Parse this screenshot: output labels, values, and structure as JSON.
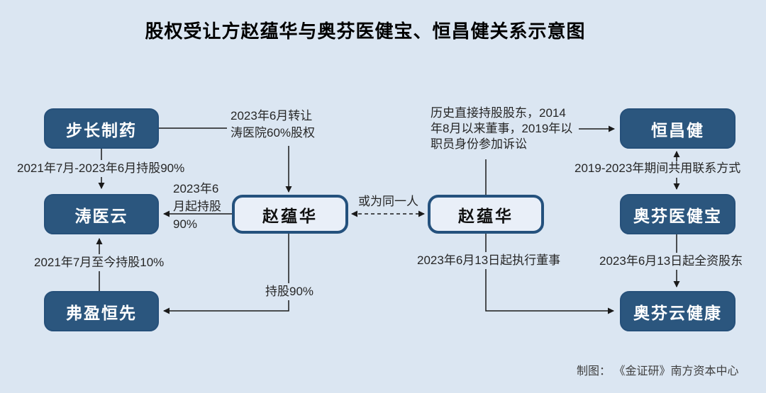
{
  "title": "股权受让方赵蕴华与奥芬医健宝、恒昌健关系示意图",
  "credit": "制图： 《金证研》南方资本中心",
  "colors": {
    "background": "#dbe6f2",
    "node_fill": "#2b567e",
    "node_border": "#26507a",
    "person_fill": "#e9eff8",
    "person_border": "#24517d",
    "line": "#1a1a1a",
    "label_text": "#262626"
  },
  "nodes": [
    {
      "id": "buchang-zhiyao",
      "label": "步长制药",
      "style": "solid"
    },
    {
      "id": "tao-yi-yun",
      "label": "涛医云",
      "style": "solid"
    },
    {
      "id": "fuying-hengxian",
      "label": "弗盈恒先",
      "style": "solid"
    },
    {
      "id": "zhao-yunhua-left",
      "label": "赵蕴华",
      "style": "outline"
    },
    {
      "id": "zhao-yunhua-right",
      "label": "赵蕴华",
      "style": "outline"
    },
    {
      "id": "hengchangjian",
      "label": "恒昌健",
      "style": "solid"
    },
    {
      "id": "aofen-yijianbao",
      "label": "奥芬医健宝",
      "style": "solid"
    },
    {
      "id": "aofen-yun-jiankang",
      "label": "奥芬云健康",
      "style": "solid"
    }
  ],
  "edges": [
    {
      "id": "buchang-to-taoyiyun",
      "from": "步长制药",
      "to": "涛医云",
      "label": "2021年7月-2023年6月持股90%",
      "style": "arrow"
    },
    {
      "id": "buchang-to-zhao-left",
      "from": "步长制药",
      "to": "赵蕴华",
      "label": "2023年6月转让\n涛医院60%股权",
      "style": "arrow"
    },
    {
      "id": "zhao-left-to-taoyiyun",
      "from": "赵蕴华",
      "to": "涛医云",
      "label": "2023年6\n月起持股\n90%",
      "style": "arrow"
    },
    {
      "id": "fuying-to-taoyiyun",
      "from": "弗盈恒先",
      "to": "涛医云",
      "label": "2021年7月至今持股10%",
      "style": "arrow"
    },
    {
      "id": "zhao-left-to-fuying",
      "from": "赵蕴华",
      "to": "弗盈恒先",
      "label": "持股90%",
      "style": "arrow"
    },
    {
      "id": "zhao-left-zhao-right",
      "from": "赵蕴华",
      "to": "赵蕴华",
      "label": "或为同一人",
      "style": "dashed-double-arrow"
    },
    {
      "id": "zhao-right-to-hengchangjian",
      "from": "赵蕴华",
      "to": "恒昌健",
      "label": "历史直接持股股东，2014\n年8月以来董事，2019年以\n职员身份参加诉讼",
      "style": "arrow"
    },
    {
      "id": "hengchangjian-yijianbao",
      "from": "恒昌健",
      "to": "奥芬医健宝",
      "label": "2019-2023年期间共用联系方式",
      "style": "double-arrow"
    },
    {
      "id": "yijianbao-to-yunjiankang",
      "from": "奥芬医健宝",
      "to": "奥芬云健康",
      "label": "2023年6月13日起全资股东",
      "style": "arrow"
    },
    {
      "id": "zhao-right-to-yunjiankang",
      "from": "赵蕴华",
      "to": "奥芬云健康",
      "label": "2023年6月13日起执行董事",
      "style": "arrow"
    }
  ]
}
